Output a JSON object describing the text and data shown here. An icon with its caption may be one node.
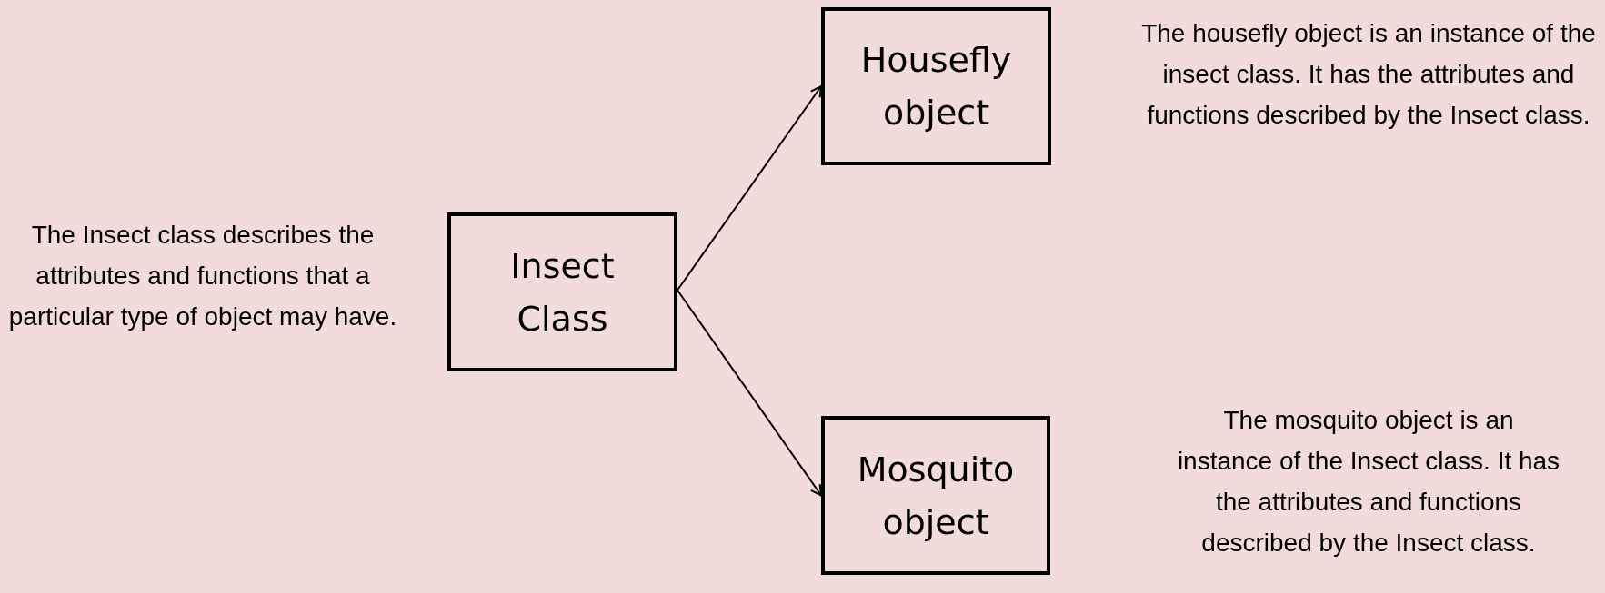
{
  "diagram": {
    "nodes": [
      {
        "text": [
          "Insect Class"
        ]
      },
      {
        "text": [
          "Housefly object"
        ]
      },
      {
        "text": [
          "Mosquito object"
        ]
      }
    ],
    "edges": [
      {
        "from": 0,
        "to": 1,
        "arrow": "to"
      },
      {
        "from": 0,
        "to": 2,
        "arrow": "to"
      }
    ],
    "labels": [
      "The housefly object is an instance of the insect class. It has the attributes and functions described by the Insect class.",
      "The Insect class describes the attributes and functions that a particular type of object may have.",
      "The mosquito object is an instance of the Insect class. It has the attributes and functions described by the Insect class."
    ]
  }
}
